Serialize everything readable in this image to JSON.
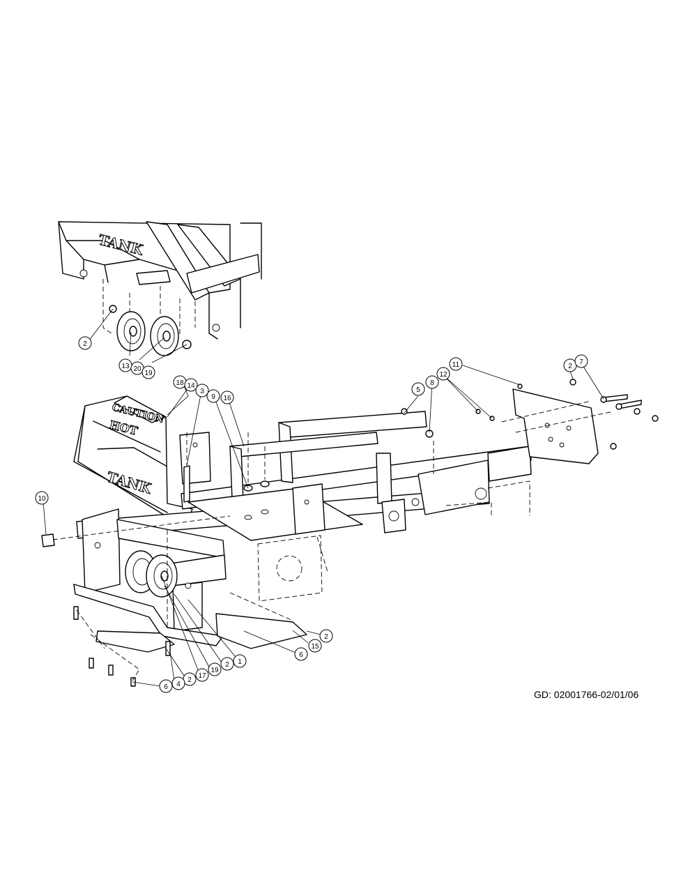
{
  "drawing_code": "GD: 02001766-02/01/06",
  "stencils": {
    "tank": "TANK",
    "caution": "CAUTION",
    "hot": "HOT"
  },
  "callouts": [
    "2",
    "13",
    "20",
    "19",
    "18",
    "14",
    "3",
    "9",
    "16",
    "10",
    "5",
    "8",
    "12",
    "11",
    "2",
    "7",
    "6",
    "15",
    "2",
    "1",
    "2",
    "19",
    "17",
    "2",
    "4",
    "6"
  ]
}
